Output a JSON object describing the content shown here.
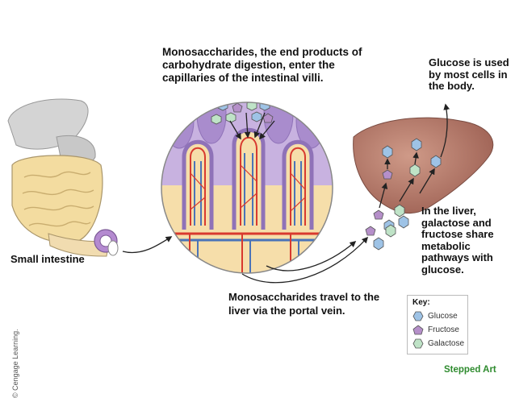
{
  "labels": {
    "top": "Monosaccharides, the end products of carbohydrate digestion, enter the capillaries of the intestinal villi.",
    "glucose_use": "Glucose is used by most cells in the body.",
    "liver_pathways": "In the liver, galactose and fructose share metabolic pathways with glucose.",
    "small_intestine": "Small intestine",
    "portal_vein": "Monosaccharides travel to the liver via the portal vein.",
    "stepped_art": "Stepped Art",
    "credit": "© Cengage Learning."
  },
  "key": {
    "title": "Key:",
    "items": [
      {
        "label": "Glucose",
        "color": "#9ec3e6",
        "shape": "hexagon"
      },
      {
        "label": "Fructose",
        "color": "#b58fc9",
        "shape": "pentagon"
      },
      {
        "label": "Galactose",
        "color": "#bfe3c7",
        "shape": "hexagon"
      }
    ]
  },
  "colors": {
    "villi_purple": "#b79ad6",
    "lumen_yellow": "#f6deaa",
    "liver": "#b07565",
    "artery": "#d8392f",
    "vein": "#4b74b8"
  }
}
